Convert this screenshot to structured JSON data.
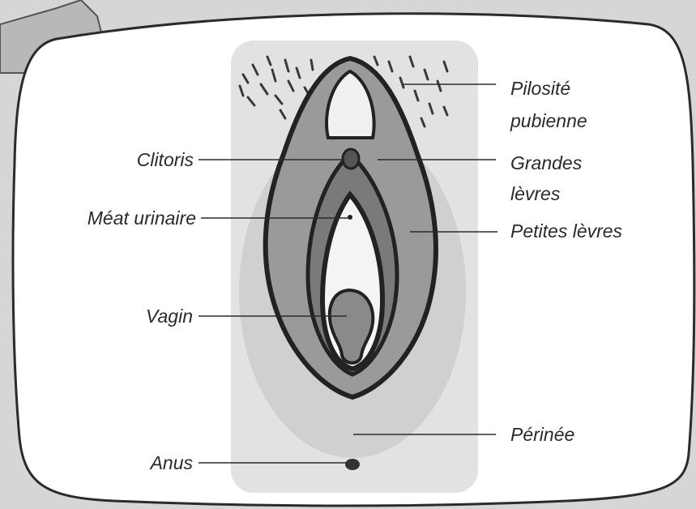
{
  "diagram": {
    "labels_left": [
      {
        "id": "clitoris",
        "text": "Clitoris"
      },
      {
        "id": "meat",
        "text": "Méat urinaire"
      },
      {
        "id": "vagin",
        "text": "Vagin"
      },
      {
        "id": "anus",
        "text": "Anus"
      }
    ],
    "labels_right": [
      {
        "id": "pilosite",
        "text": "Pilosité\npubienne"
      },
      {
        "id": "grandes",
        "text": "Grandes\nlèvres"
      },
      {
        "id": "petites",
        "text": "Petites lèvres"
      },
      {
        "id": "perinee",
        "text": "Périnée"
      }
    ]
  },
  "colors": {
    "frame_fill": "#ffffff",
    "panel_fill": "#e2e2e2",
    "outline": "#2b2b2b",
    "mid_gray": "#8c8c8c",
    "text": "#2a2a2a"
  }
}
